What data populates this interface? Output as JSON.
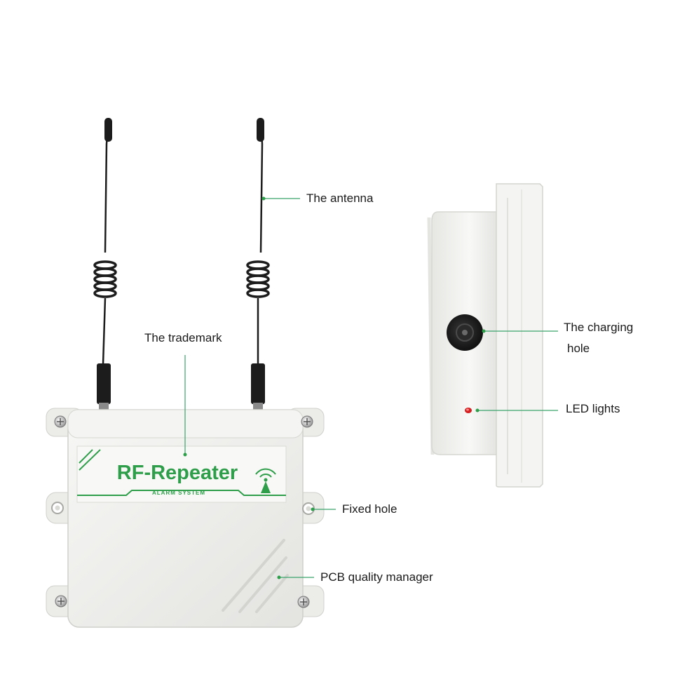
{
  "product": {
    "brand_label": "RF-Repeater",
    "brand_sublabel": "ALARM SYSTEM"
  },
  "callouts": {
    "antenna": "The antenna",
    "trademark": "The trademark",
    "charging_hole_line1": "The charging",
    "charging_hole_line2": "hole",
    "led_lights": "LED lights",
    "fixed_hole": "Fixed hole",
    "pcb_quality_manager": "PCB quality manager"
  },
  "colors": {
    "accent_green": "#2e9e4a",
    "leader_line": "#3aa36b",
    "housing": "#f1f1ef",
    "housing_shadow": "#d9d9d6",
    "antenna": "#1c1c1c",
    "led": "#d42020"
  }
}
